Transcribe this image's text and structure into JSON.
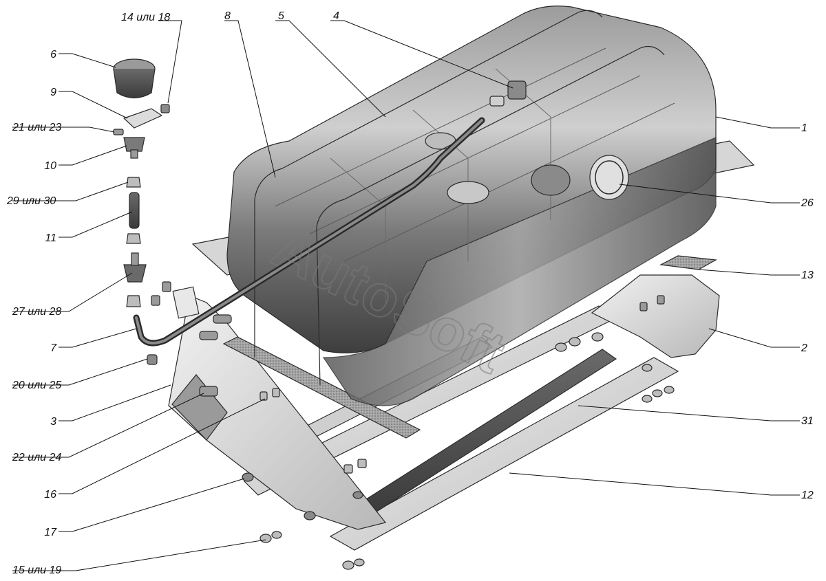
{
  "watermark": "AutoSoft",
  "colors": {
    "tank_dark": "#4a4a4a",
    "tank_mid": "#8a8a8a",
    "tank_light": "#cfcfcf",
    "metal": "#dcdcdc",
    "felt": "#9a9a9a"
  },
  "callouts": {
    "c1": "1",
    "c2": "2",
    "c3": "3",
    "c4": "4",
    "c5": "5",
    "c6": "6",
    "c7": "7",
    "c8": "8",
    "c9": "9",
    "c10": "10",
    "c11": "11",
    "c12": "12",
    "c13": "13",
    "c14_18": "14 или 18",
    "c15_19": "15 или 19",
    "c16": "16",
    "c17": "17",
    "c20_25": "20 или 25",
    "c21_23": "21 или 23",
    "c22_24": "22 или 24",
    "c26": "26",
    "c27_28": "27 или 28",
    "c29_30": "29 или 30",
    "c31": "31"
  }
}
